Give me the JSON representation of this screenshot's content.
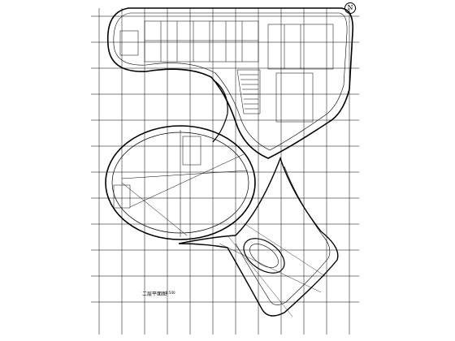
{
  "drawing": {
    "plan_title": "二层平面图",
    "scale_label": "1:500",
    "north_symbol": "N"
  },
  "colors": {
    "line": "#000000",
    "background": "#ffffff"
  }
}
